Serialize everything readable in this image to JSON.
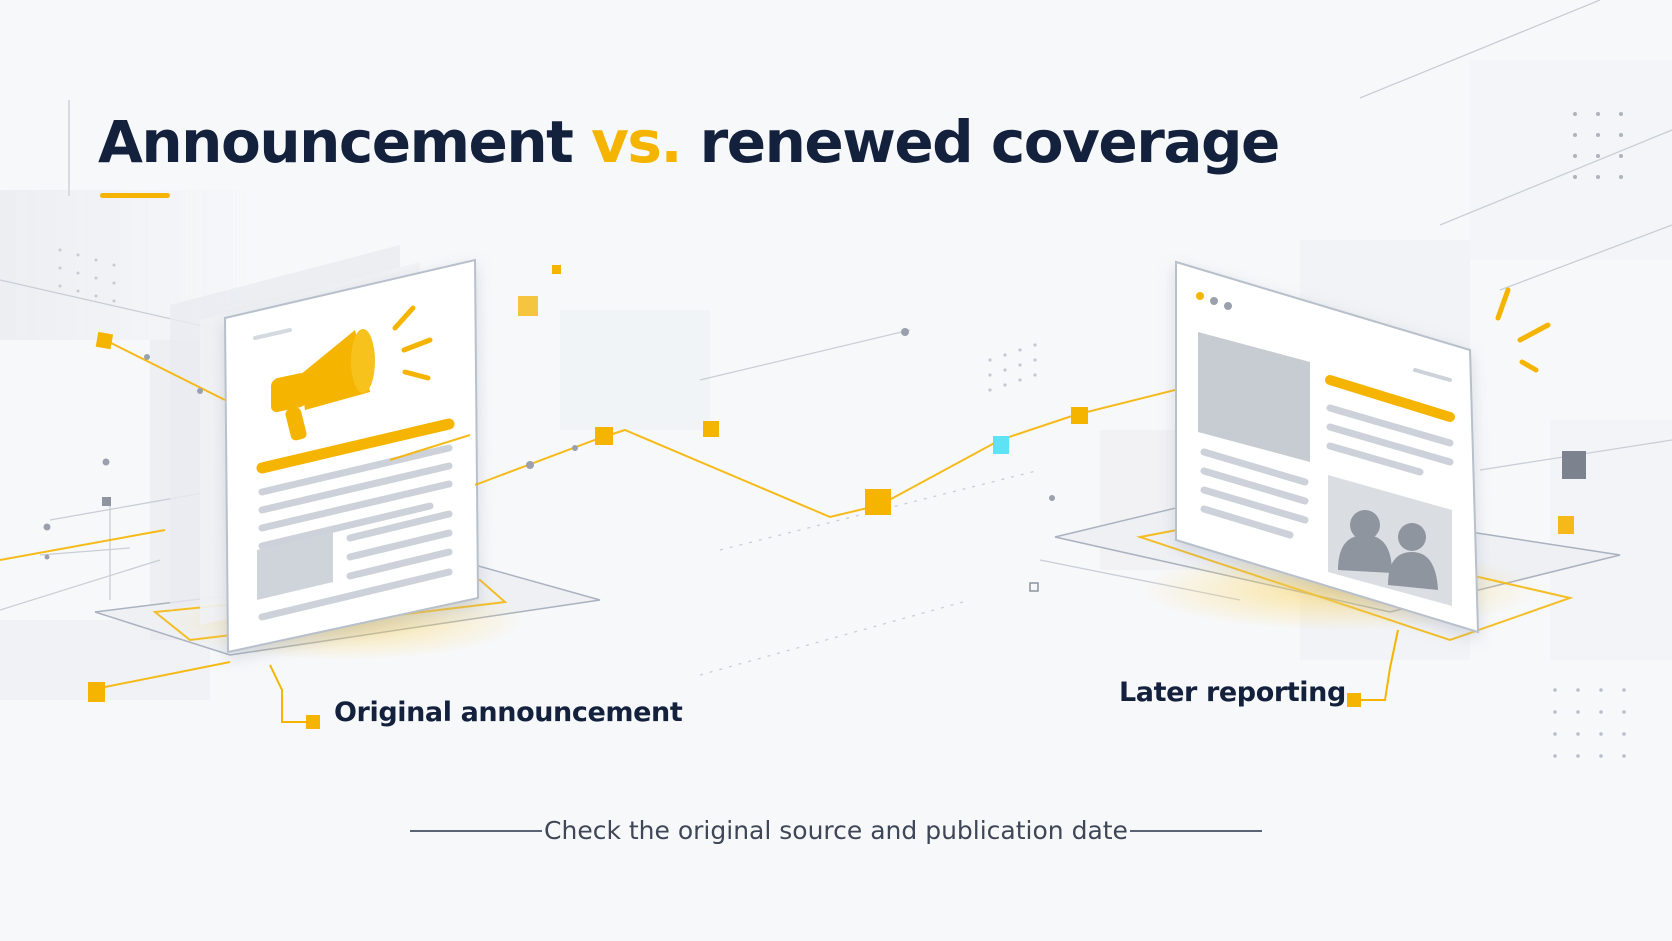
{
  "title": {
    "part1": "Announcement ",
    "accent": "vs.",
    "part2": " renewed coverage"
  },
  "labels": {
    "left": "Original announcement",
    "right": "Later reporting"
  },
  "caption": "Check the original source and publication date",
  "icons": {
    "announcement": "megaphone-icon",
    "people": "people-icon",
    "window_dots": "browser-dots-icon"
  },
  "colors": {
    "accent": "#f5b400",
    "text": "#14213d",
    "muted": "#3f4757",
    "cyan": "#5ee3f5"
  }
}
